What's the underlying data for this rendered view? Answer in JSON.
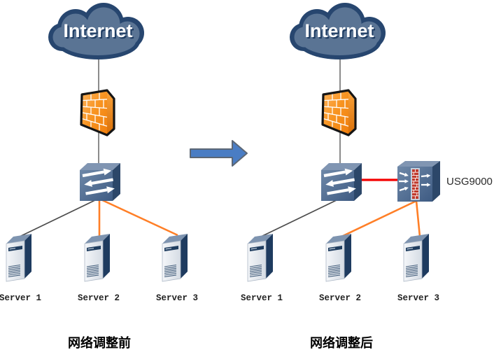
{
  "before": {
    "internet_label": "Internet",
    "caption": "网络调整前",
    "server_labels": [
      "Server 1",
      "Server 2",
      "Server 3"
    ]
  },
  "after": {
    "internet_label": "Internet",
    "caption": "网络调整后",
    "usg_label": "USG9000",
    "server_labels": [
      "Server 1",
      "Server 2",
      "Server 3"
    ]
  },
  "icon_names": [
    "internet-cloud-icon",
    "firewall-icon",
    "switch-icon",
    "usg9000-icon",
    "tower-server-icon",
    "transition-arrow-icon"
  ],
  "colors": {
    "cloud_fill": "#5A7494",
    "cloud_border": "#27466F",
    "internet_text": "#FFFFFF",
    "internet_shadow": "#1C3A61",
    "device_top": "#8095B2",
    "device_side": "#2C4769",
    "server_top": "#7E94B0",
    "server_side": "#1E3B5F",
    "server_stripe": "#1F3D5F",
    "firewall_orange": "#F89421",
    "link_gray": "#6E6E6E",
    "link_dark": "#4C4C4C",
    "link_orange": "#FF7F27",
    "link_red": "#F40000",
    "arrow_fill": "#4A7DC4",
    "arrow_border": "#5C6775",
    "usg_brick_red": "#C0392B",
    "usg_band": "#C3CFDC",
    "label_text": "#222222",
    "caption_text": "#000000",
    "usg_label_text": "#2B2B2B"
  }
}
